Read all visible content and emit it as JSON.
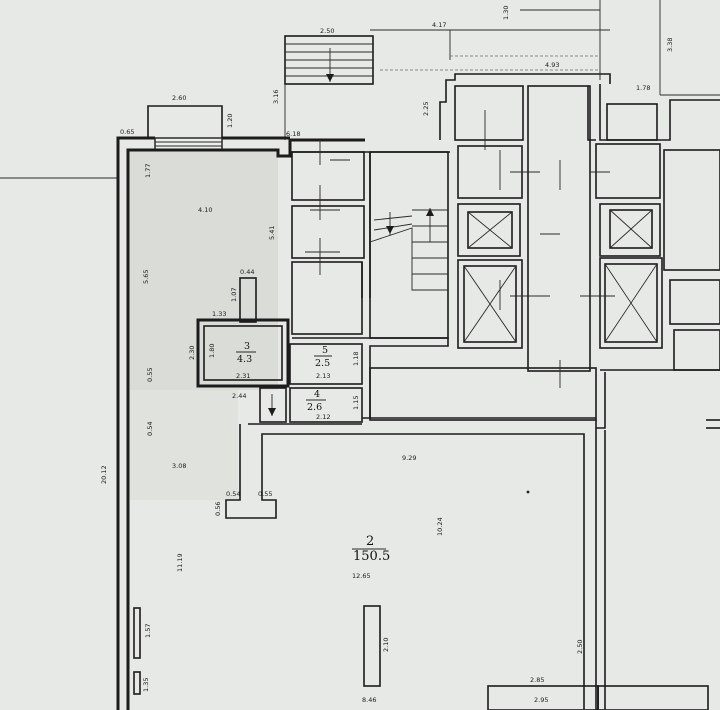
{
  "rooms": [
    {
      "number": "2",
      "area": "150.5"
    },
    {
      "number": "3",
      "area": "4.3"
    },
    {
      "number": "4",
      "area": "2.6"
    },
    {
      "number": "5",
      "area": "2.5"
    }
  ],
  "dimensions": {
    "d250": "2.50",
    "d417": "4.17",
    "d130": "1.30",
    "d338": "3.38",
    "d493": "4.93",
    "d260": "2.60",
    "d316": "3.16",
    "d225": "2.25",
    "d178": "1.78",
    "d065": "0.65",
    "d120": "1.20",
    "d618": "6.18",
    "d177": "1.77",
    "d410": "4.10",
    "d541": "5.41",
    "d565": "5.65",
    "d044": "0.44",
    "d133": "1.33",
    "d107": "1.07",
    "d230": "2.30",
    "d180": "1.80",
    "d231": "2.31",
    "d213": "2.13",
    "d118": "1.18",
    "d055": "0.55",
    "d054": "0.54",
    "d2012": "20.12",
    "d244": "2.44",
    "d115": "1.15",
    "d212": "2.12",
    "d308": "3.08",
    "d929": "9.29",
    "d1024": "10.24",
    "d055b": "0.55",
    "d056": "0.56",
    "d1119": "11.19",
    "d1265": "12.65",
    "d157": "1.57",
    "d135": "1.35",
    "d210": "2.10",
    "d846": "8.46",
    "d250b": "2.50",
    "d285": "2.85",
    "d295": "2.95"
  }
}
